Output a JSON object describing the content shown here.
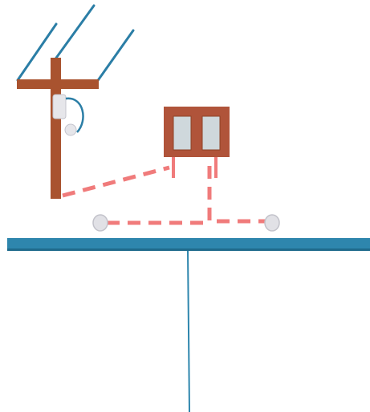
{
  "diagram": {
    "elements": [
      "utility-pole",
      "overhead-wires",
      "pole-mounted-device",
      "cabinet-box",
      "ground-device-left",
      "ground-device-right",
      "ground-line",
      "vertical-line",
      "dashed-connections"
    ]
  },
  "colors": {
    "pole": "#a9532f",
    "pole_dark": "#8c4226",
    "wire": "#2b7ea6",
    "device": "#e6e6ea",
    "device_outline": "#c4c4cc",
    "cabinet": "#b0543a",
    "cabinet_window": "#cfd8dc",
    "dashed": "#f07b7b",
    "ground": "#2e86ad",
    "ground_dark": "#1f6b8c",
    "node": "#e1e1e6",
    "node_outline": "#c2c2ca"
  }
}
